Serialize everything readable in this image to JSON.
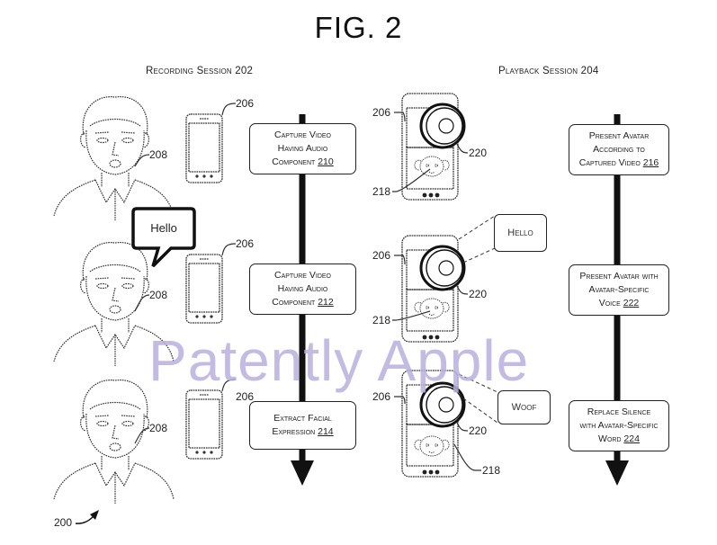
{
  "figure": {
    "title": "FIG. 2",
    "reference": "200"
  },
  "recording_session": {
    "label": "Recording Session 202",
    "rows": [
      {
        "person_ref": "208",
        "device_ref": "206",
        "speech": "",
        "step": {
          "line1": "Capture Video",
          "line2": "Having Audio",
          "line3": "Component",
          "num": "210"
        }
      },
      {
        "person_ref": "208",
        "device_ref": "206",
        "speech": "Hello",
        "step": {
          "line1": "Capture Video",
          "line2": "Having Audio",
          "line3": "Component",
          "num": "212"
        }
      },
      {
        "person_ref": "208",
        "device_ref": "206",
        "speech": "",
        "step": {
          "line1": "Extract Facial",
          "line2": "Expression",
          "line3": "",
          "num": "214"
        }
      }
    ]
  },
  "playback_session": {
    "label": "Playback Session 204",
    "rows": [
      {
        "device_ref": "206",
        "camera_ref": "220",
        "avatar_ref": "218",
        "speech": "",
        "step": {
          "line1": "Present Avatar",
          "line2": "According to",
          "line3": "Captured Video",
          "num": "216"
        }
      },
      {
        "device_ref": "206",
        "camera_ref": "220",
        "avatar_ref": "218",
        "speech": "Hello",
        "step": {
          "line1": "Present Avatar with",
          "line2": "Avatar-Specific",
          "line3": "Voice",
          "num": "222"
        }
      },
      {
        "device_ref": "206",
        "camera_ref": "220",
        "avatar_ref": "218",
        "speech": "Woof",
        "step": {
          "line1": "Replace Silence",
          "line2": "with Avatar-Specific",
          "line3": "Word",
          "num": "224"
        }
      }
    ]
  },
  "watermark": "Patently Apple",
  "colors": {
    "ink": "#1a1a1a",
    "watermark": "#b9b0dc"
  }
}
